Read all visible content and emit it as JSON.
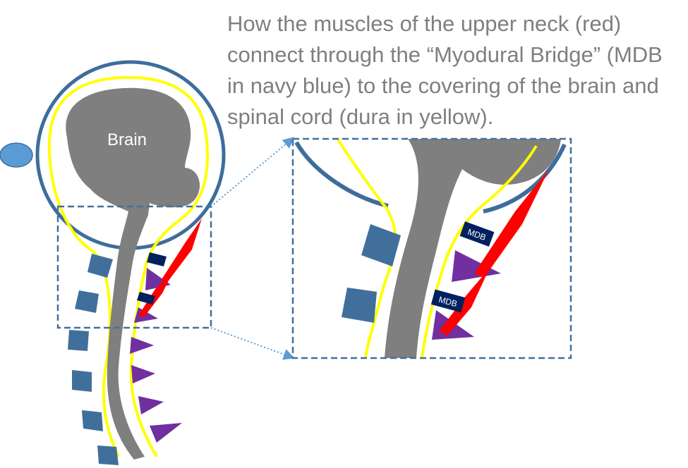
{
  "caption": {
    "lines": [
      "How the muscles of the upper neck (red)",
      "connect through the “Myodural Bridge” (MDB",
      "in navy blue) to the covering of the brain and",
      "spinal cord (dura in yellow)."
    ]
  },
  "labels": {
    "brain": "Brain",
    "mdb_1": "MDB",
    "mdb_2": "MDB"
  },
  "colors": {
    "skull": "#3e6d9c",
    "dura": "#ffff00",
    "brain": "#7f7f7f",
    "muscle": "#ff0000",
    "mdb": "#002060",
    "vertebra": "#416f9c",
    "spinous_process": "#7030a0",
    "nose": "#5b9bd5",
    "caption": "#7f7f7f"
  }
}
